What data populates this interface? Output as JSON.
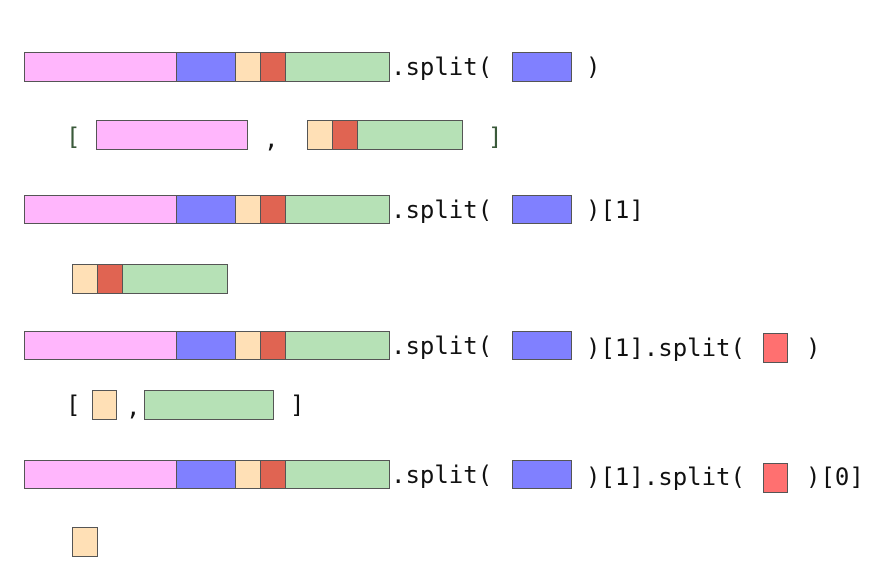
{
  "colors": {
    "pink": "#ffb6fc",
    "blue": "#8080ff",
    "peach": "#ffe0b6",
    "red": "#e06452",
    "green": "#b6e1b6",
    "light_red": "#ff7070"
  },
  "rows": [
    {
      "code": ".split(",
      "close": ")"
    },
    {
      "open": "[",
      "comma": ",",
      "close": "]"
    },
    {
      "code": ".split(",
      "close": ")[1]"
    },
    {},
    {
      "code": ".split(",
      "mid": ")[1].split(",
      "close": ")"
    },
    {
      "open": "[",
      "comma": ",",
      "close": "]"
    },
    {
      "code": ".split(",
      "mid": ")[1].split(",
      "close": ")[0]"
    },
    {}
  ]
}
